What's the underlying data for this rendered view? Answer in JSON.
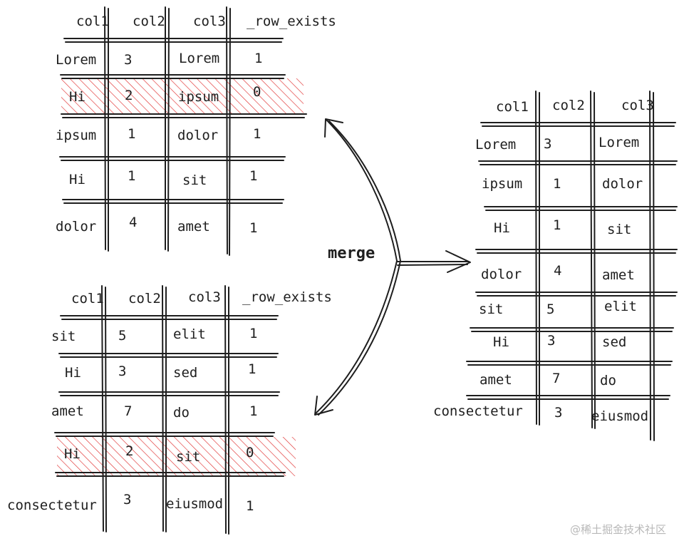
{
  "merge_label": "merge",
  "watermark": "@稀土掘金技术社区",
  "accent_hatch_color": "#e03131",
  "table_top": {
    "headers": [
      "col1",
      "col2",
      "col3",
      "_row_exists"
    ],
    "rows": [
      {
        "cells": [
          "Lorem",
          "3",
          "Lorem",
          "1"
        ],
        "deleted": false
      },
      {
        "cells": [
          "Hi",
          "2",
          "ipsum",
          "0"
        ],
        "deleted": true
      },
      {
        "cells": [
          "ipsum",
          "1",
          "dolor",
          "1"
        ],
        "deleted": false
      },
      {
        "cells": [
          "Hi",
          "1",
          "sit",
          "1"
        ],
        "deleted": false
      },
      {
        "cells": [
          "dolor",
          "4",
          "amet",
          "1"
        ],
        "deleted": false
      }
    ]
  },
  "table_bottom": {
    "headers": [
      "col1",
      "col2",
      "col3",
      "_row_exists"
    ],
    "rows": [
      {
        "cells": [
          "sit",
          "5",
          "elit",
          "1"
        ],
        "deleted": false
      },
      {
        "cells": [
          "Hi",
          "3",
          "sed",
          "1"
        ],
        "deleted": false
      },
      {
        "cells": [
          "amet",
          "7",
          "do",
          "1"
        ],
        "deleted": false
      },
      {
        "cells": [
          "Hi",
          "2",
          "sit",
          "0"
        ],
        "deleted": true
      },
      {
        "cells": [
          "consectetur",
          "3",
          "eiusmod",
          "1"
        ],
        "deleted": false
      }
    ]
  },
  "table_result": {
    "headers": [
      "col1",
      "col2",
      "col3"
    ],
    "rows": [
      {
        "cells": [
          "Lorem",
          "3",
          "Lorem"
        ]
      },
      {
        "cells": [
          "ipsum",
          "1",
          "dolor"
        ]
      },
      {
        "cells": [
          "Hi",
          "1",
          "sit"
        ]
      },
      {
        "cells": [
          "dolor",
          "4",
          "amet"
        ]
      },
      {
        "cells": [
          "sit",
          "5",
          "elit"
        ]
      },
      {
        "cells": [
          "Hi",
          "3",
          "sed"
        ]
      },
      {
        "cells": [
          "amet",
          "7",
          "do"
        ]
      },
      {
        "cells": [
          "consectetur",
          "3",
          "eiusmod"
        ]
      }
    ]
  }
}
